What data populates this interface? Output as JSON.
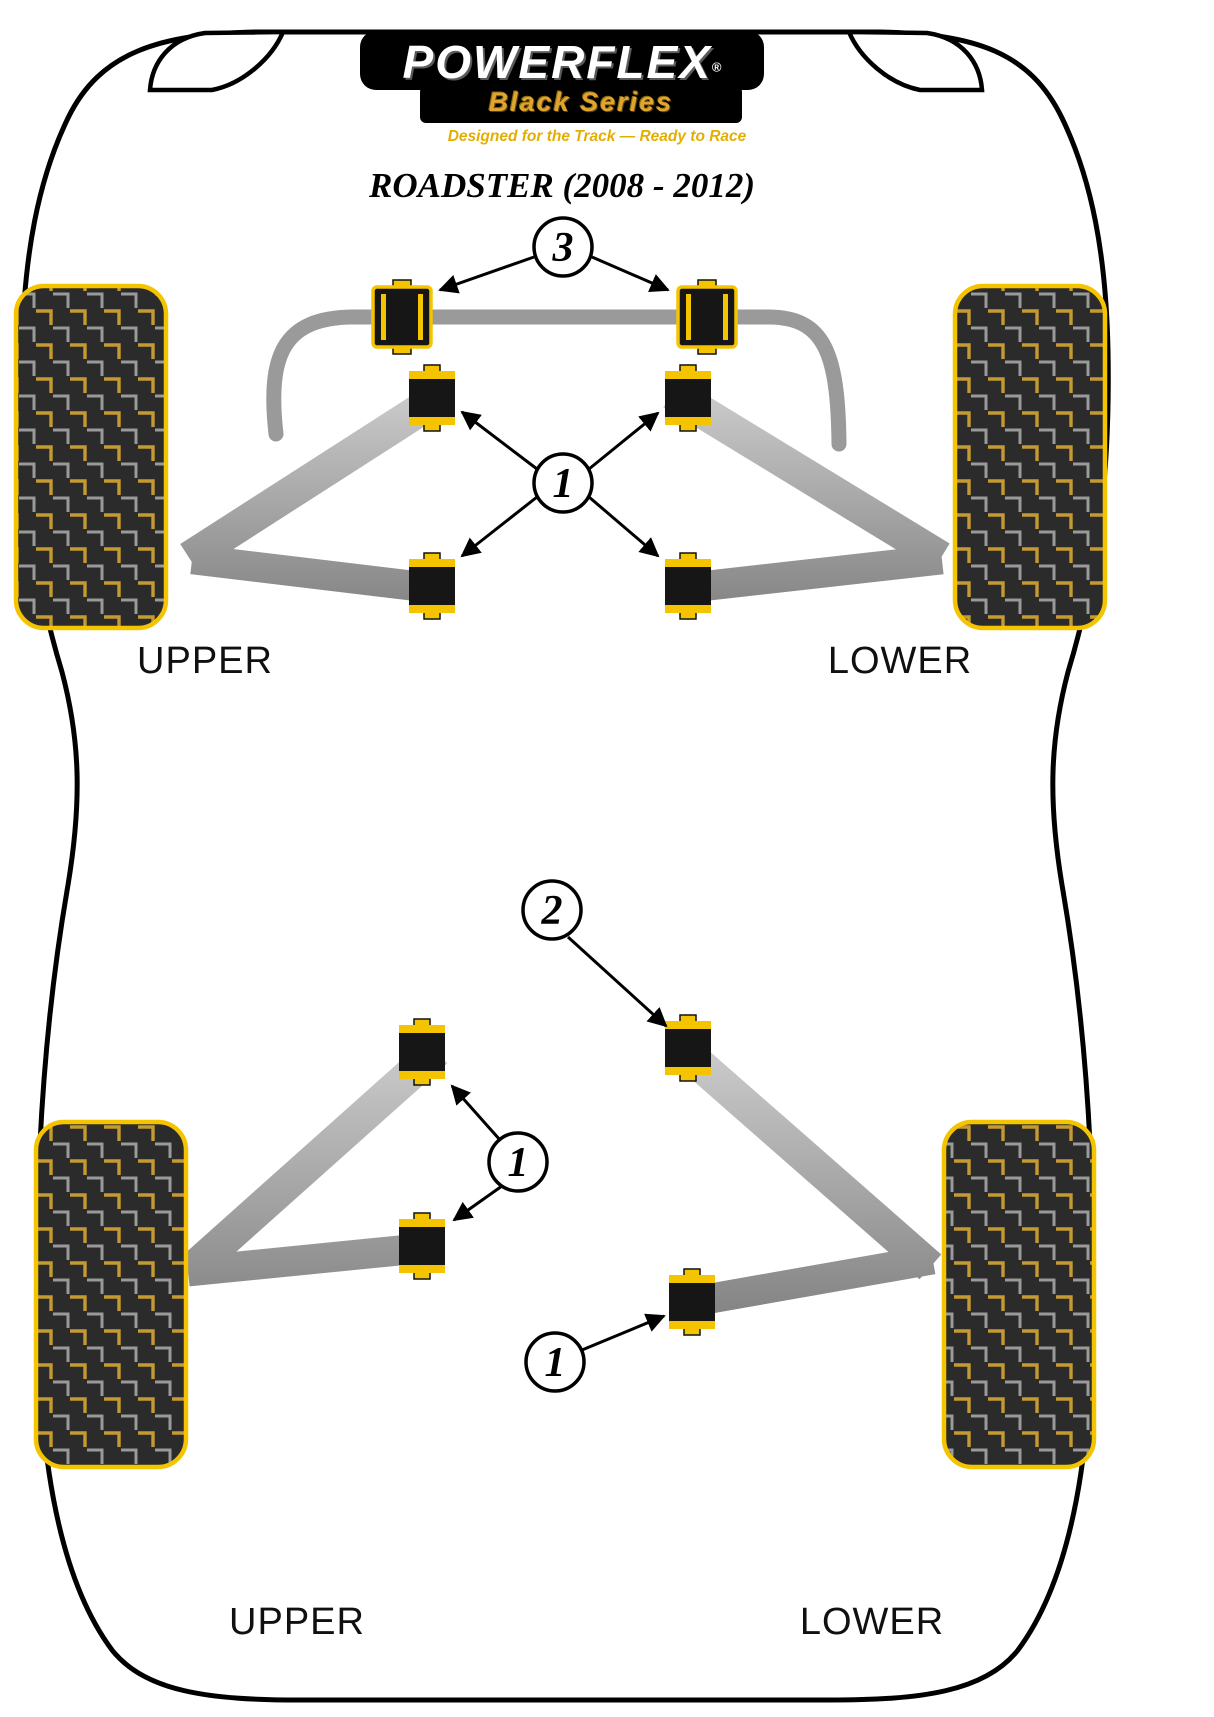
{
  "logo": {
    "brand": "POWERFLEX",
    "registered": "®",
    "series": "Black Series",
    "tagline": "Designed for the Track — Ready to Race"
  },
  "title": "ROADSTER (2008 - 2012)",
  "front": {
    "callout_sway_bar": "3",
    "callout_arm_bushes": "1",
    "upper_label": "UPPER",
    "lower_label": "LOWER"
  },
  "rear": {
    "callout_link_bush": "2",
    "callout_arm_bushes": "1",
    "callout_lower_bush": "1",
    "upper_label": "UPPER",
    "lower_label": "LOWER"
  },
  "colors": {
    "powerflex_yellow": "#F5C400",
    "logo_gold": "#DFA52F",
    "bush_black": "#161616",
    "arm_gray": "#A3A3A3",
    "bar_gray": "#9A9A9A"
  }
}
